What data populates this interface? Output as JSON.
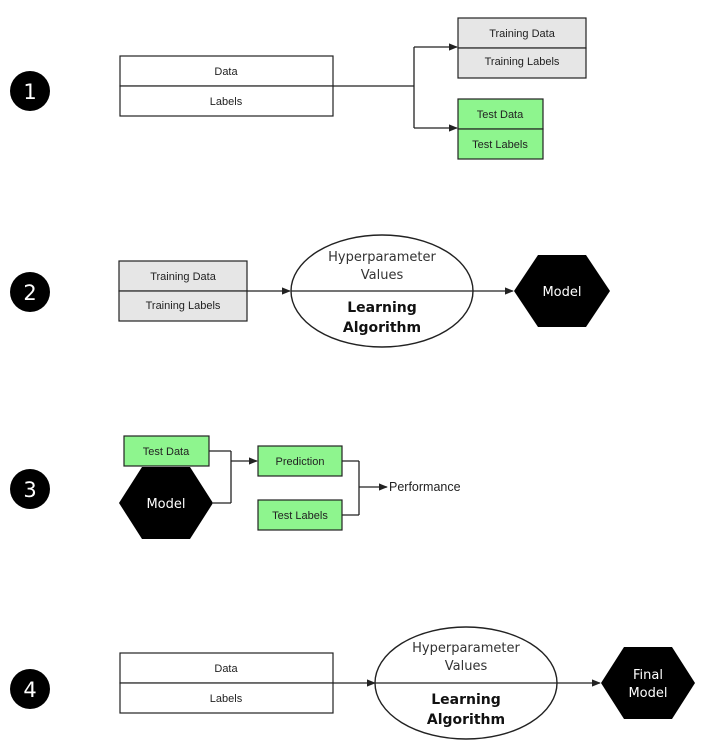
{
  "steps": [
    "1",
    "2",
    "3",
    "4"
  ],
  "step1": {
    "data": "Data",
    "labels": "Labels",
    "training_data": "Training Data",
    "training_labels": "Training Labels",
    "test_data": "Test Data",
    "test_labels": "Test Labels"
  },
  "step2": {
    "training_data": "Training Data",
    "training_labels": "Training Labels",
    "hyperparameter_line1": "Hyperparameter",
    "hyperparameter_line2": "Values",
    "algorithm_line1": "Learning",
    "algorithm_line2": "Algorithm",
    "model": "Model"
  },
  "step3": {
    "test_data": "Test Data",
    "model": "Model",
    "prediction": "Prediction",
    "test_labels": "Test Labels",
    "performance": "Performance"
  },
  "step4": {
    "data": "Data",
    "labels": "Labels",
    "hyperparameter_line1": "Hyperparameter",
    "hyperparameter_line2": "Values",
    "algorithm_line1": "Learning",
    "algorithm_line2": "Algorithm",
    "model_line1": "Final",
    "model_line2": "Model"
  },
  "colors": {
    "gray_fill": "#e6e6e6",
    "green_fill": "#8ef58e",
    "hex_fill": "#000000",
    "step_circle": "#000000"
  }
}
